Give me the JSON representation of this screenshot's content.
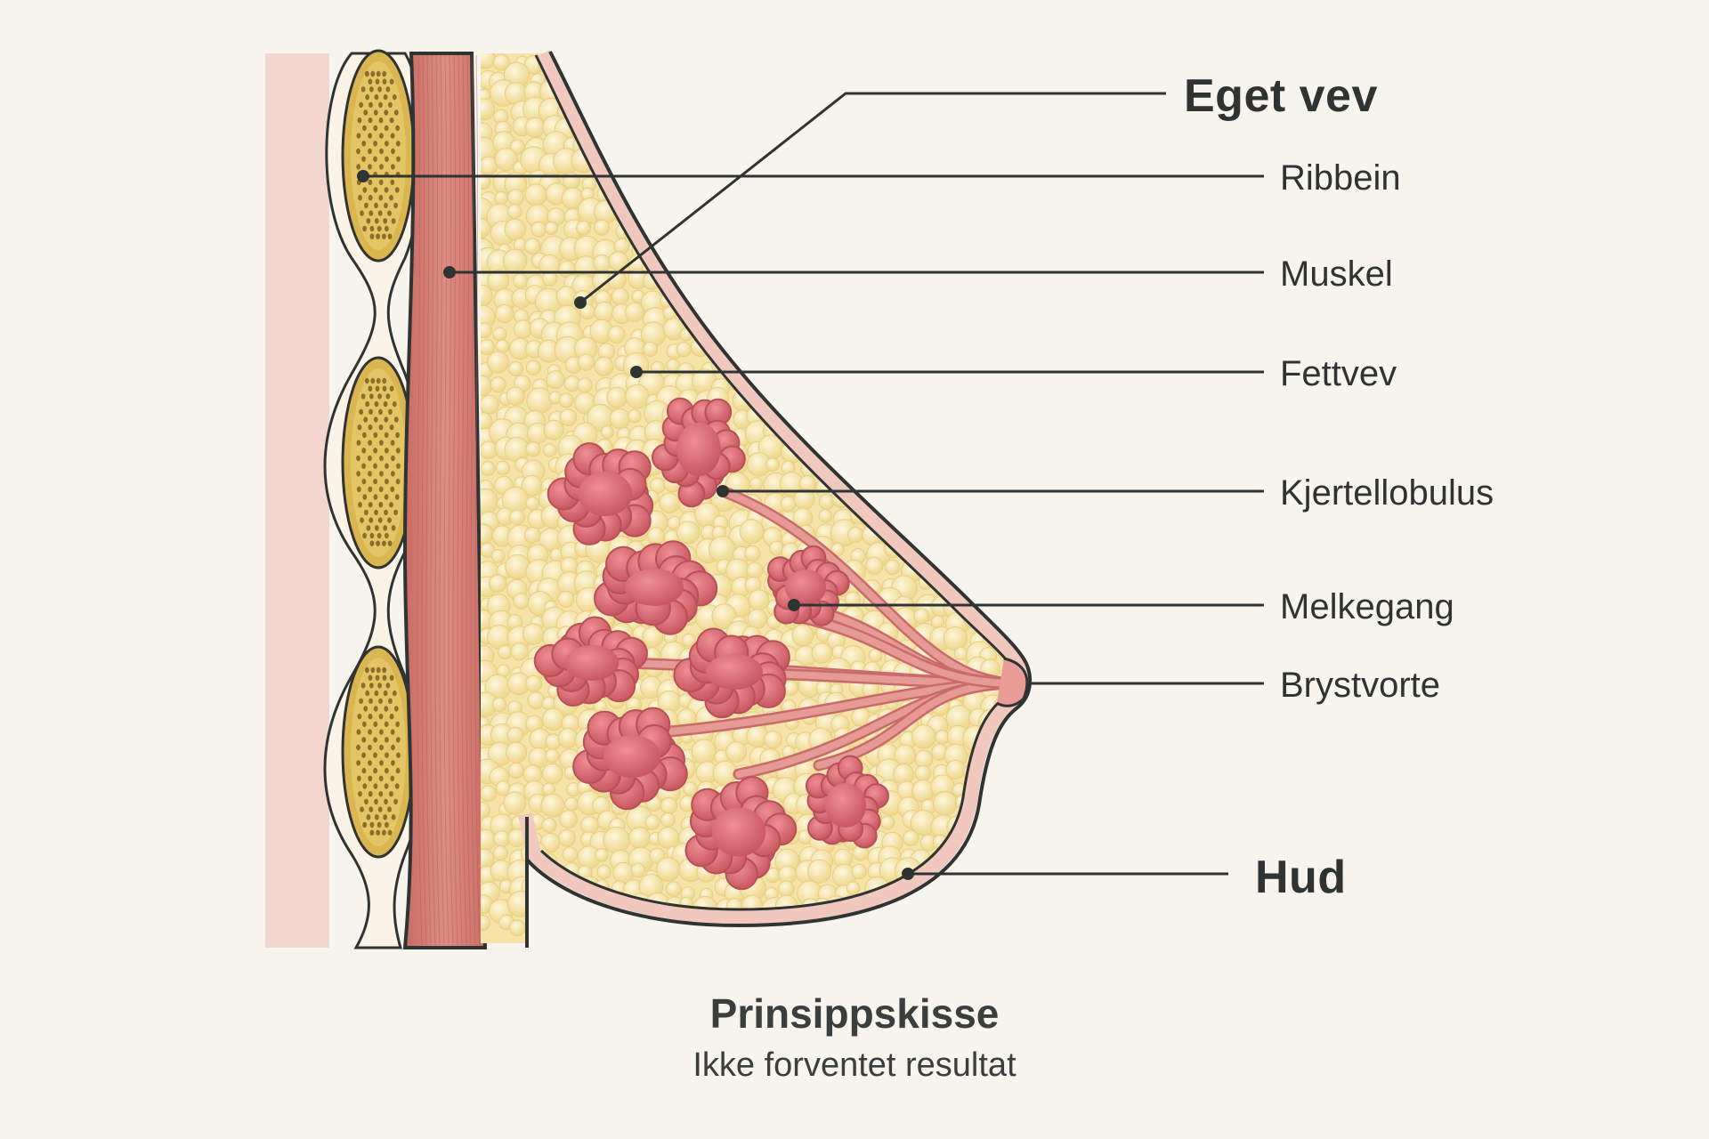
{
  "diagram": {
    "labels": {
      "own_tissue": "Eget vev",
      "rib": "Ribbein",
      "muscle": "Muskel",
      "fat": "Fettvev",
      "gland_lobule": "Kjertellobulus",
      "milk_duct": "Melkegang",
      "nipple": "Brystvorte",
      "skin": "Hud"
    },
    "caption": {
      "title": "Prinsippskisse",
      "subtitle": "Ikke forventet resultat"
    }
  },
  "colors": {
    "background": "#f7f4ee",
    "skin_outer": "#f3d7cf",
    "skin_line": "#2f3432",
    "bone": "#d9b64f",
    "bone_dots": "#8a6e2a",
    "muscle": "#d9857a",
    "fat": "#f5e3a8",
    "fat_bubble": "#f9edc4",
    "gland": "#d96a72",
    "gland_dark": "#b8505a",
    "ducts": "#e69a95",
    "leader": "#2f3432"
  }
}
